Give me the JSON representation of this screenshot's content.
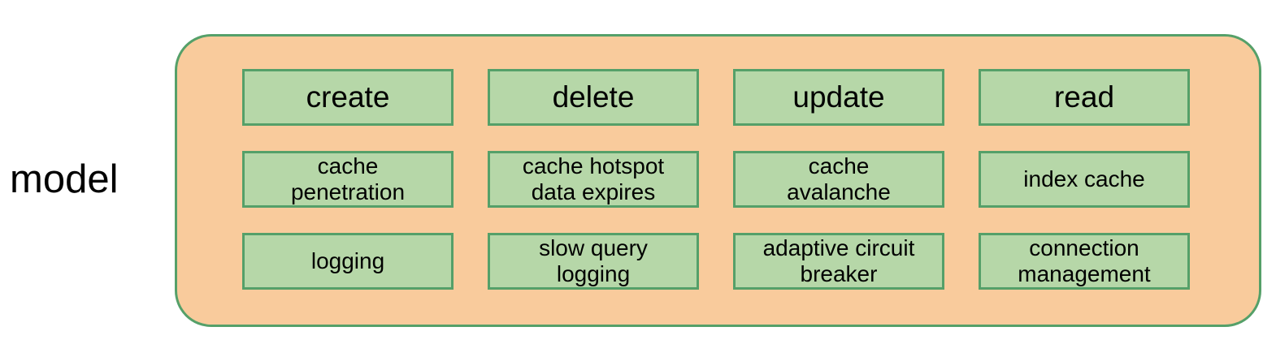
{
  "diagram": {
    "side_label": "model",
    "colors": {
      "container_fill": "#F9CB9C",
      "container_border": "#55A069",
      "box_fill": "#B6D7A8",
      "box_border": "#55A069",
      "text_color": "#000000"
    },
    "grid": {
      "rows": [
        [
          "create",
          "delete",
          "update",
          "read"
        ],
        [
          "cache\npenetration",
          "cache hotspot\ndata expires",
          "cache\navalanche",
          "index cache"
        ],
        [
          "logging",
          "slow query\nlogging",
          "adaptive circuit\nbreaker",
          "connection\nmanagement"
        ]
      ]
    }
  }
}
